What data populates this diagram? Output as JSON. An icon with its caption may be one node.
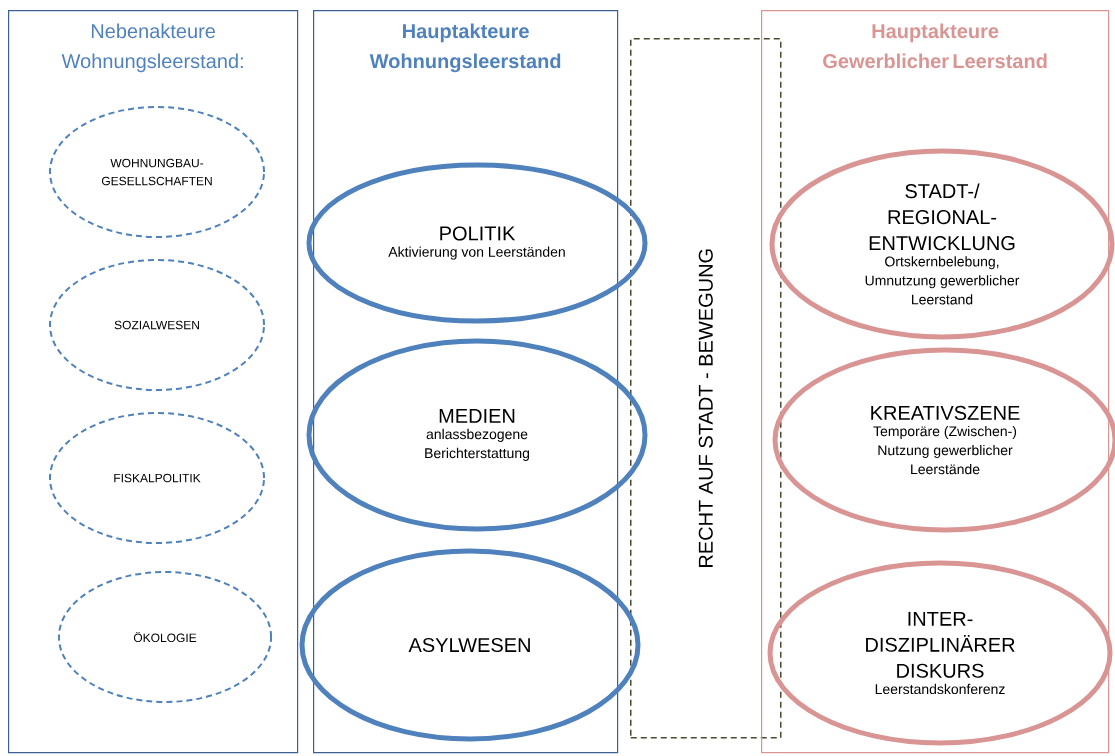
{
  "diagram": {
    "nodes": [
      {
        "text": [
          "Nebenakteure Wohnungsleerstand:"
        ]
      },
      {
        "text": [
          "WOHNUNGBAU- GESELLSCHAFTEN"
        ],
        "in": 0
      },
      {
        "text": [
          "SOZIALWESEN"
        ],
        "in": 0
      },
      {
        "text": [
          "FISKALPOLITIK"
        ],
        "in": 0
      },
      {
        "text": [
          "ÖKOLOGIE"
        ],
        "in": 0
      },
      {
        "text": [
          "Hauptakteure Wohnungsleerstand"
        ]
      },
      {
        "text": [
          "POLITIK",
          "Aktivierung von Leerständen"
        ],
        "in": 5
      },
      {
        "text": [
          "MEDIEN",
          "anlassbezogene Berichterstattung"
        ],
        "in": 5
      },
      {
        "text": [
          "ASYLWESEN"
        ],
        "in": 5
      },
      {
        "text": [
          "RECHT AUF STADT - BEWEGUNG"
        ]
      },
      {
        "text": [
          "Hauptakteure Gewerblicher Leerstand"
        ]
      },
      {
        "text": [
          "STADT-/ REGIONAL- ENTWICKLUNG",
          "Ortskernbelebung, Umnutzung gewerblicher Leerstand"
        ],
        "in": 10
      },
      {
        "text": [
          "KREATIVSZENE",
          "Temporäre (Zwischen-) Nutzung gewerblicher Leerstände"
        ],
        "in": 10
      },
      {
        "text": [
          "INTER- DISZIPLINÄRER DISKURS",
          "Leerstandskonferenz"
        ],
        "in": 10
      }
    ]
  }
}
